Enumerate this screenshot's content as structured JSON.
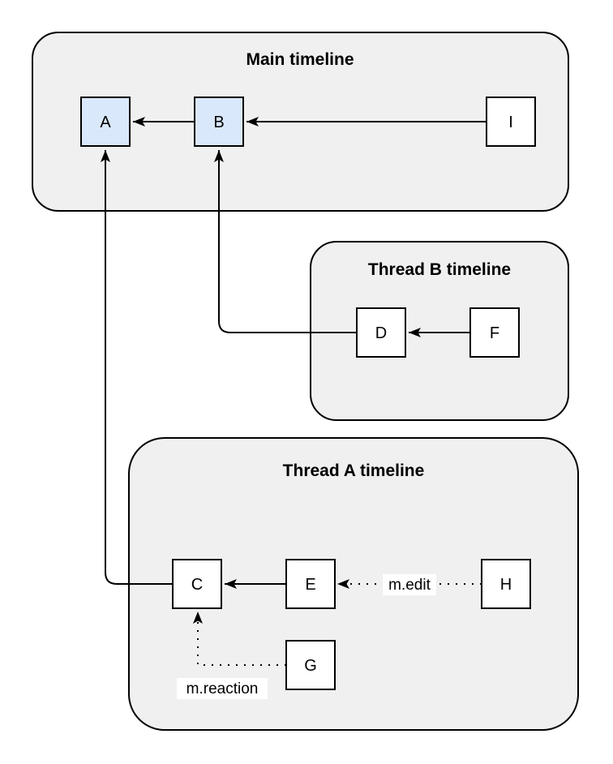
{
  "groups": {
    "main": {
      "title": "Main timeline"
    },
    "thread_b": {
      "title": "Thread B timeline"
    },
    "thread_a": {
      "title": "Thread A timeline"
    }
  },
  "nodes": {
    "a": {
      "label": "A",
      "fill": "#dae8fc"
    },
    "b": {
      "label": "B",
      "fill": "#dae8fc"
    },
    "i": {
      "label": "I",
      "fill": "#ffffff"
    },
    "d": {
      "label": "D",
      "fill": "#ffffff"
    },
    "f": {
      "label": "F",
      "fill": "#ffffff"
    },
    "c": {
      "label": "C",
      "fill": "#ffffff"
    },
    "e": {
      "label": "E",
      "fill": "#ffffff"
    },
    "h": {
      "label": "H",
      "fill": "#ffffff"
    },
    "g": {
      "label": "G",
      "fill": "#ffffff"
    }
  },
  "edges": {
    "labels": {
      "edit": "m.edit",
      "reaction": "m.reaction"
    },
    "relations": [
      {
        "from": "B",
        "to": "A",
        "style": "solid"
      },
      {
        "from": "I",
        "to": "B",
        "style": "solid"
      },
      {
        "from": "F",
        "to": "D",
        "style": "solid"
      },
      {
        "from": "D",
        "to": "B",
        "style": "solid"
      },
      {
        "from": "E",
        "to": "C",
        "style": "solid"
      },
      {
        "from": "C",
        "to": "A",
        "style": "solid"
      },
      {
        "from": "H",
        "to": "E",
        "style": "dotted",
        "label": "m.edit"
      },
      {
        "from": "G",
        "to": "C",
        "style": "dotted",
        "label": "m.reaction"
      }
    ]
  },
  "colors": {
    "canvas_bg": "#ffffff",
    "group_fill": "#f0f0f0",
    "group_border": "#000000",
    "node_border": "#000000",
    "node_blue": "#dae8fc",
    "node_white": "#ffffff",
    "edge": "#000000",
    "edge_label_bg": "#ffffff",
    "text": "#000000"
  }
}
